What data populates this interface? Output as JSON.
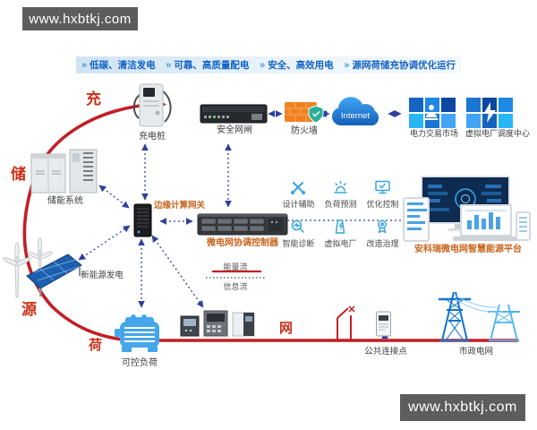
{
  "watermark": {
    "text": "www.hxbtkj.com"
  },
  "top_bar": {
    "chevron": "»",
    "items": [
      {
        "label": "低碳、清洁发电"
      },
      {
        "label": "可靠、高质量配电"
      },
      {
        "label": "安全、高效用电"
      },
      {
        "label": "源网荷储充协调优化运行"
      }
    ]
  },
  "ring": {
    "charge": "充",
    "storage": "储",
    "source": "源",
    "load": "荷",
    "grid": "网"
  },
  "nodes": {
    "charging_pile": "充电桩",
    "security_gate": "安全网闸",
    "firewall": "防火墙",
    "internet": "Internet",
    "power_market": "电力交易市场",
    "vpp_dispatch": "虚拟电厂调度中心",
    "storage_system": "储能系统",
    "edge_gateway": "边缘计算网关",
    "controller": "微电网协调控制器",
    "renewable_gen": "新能源发电",
    "controllable_load": "可控负荷",
    "pcc": "公共连接点",
    "city_grid": "市政电网",
    "platform": "安科瑞微电网智慧能源平台"
  },
  "functions": [
    {
      "label": "设计辅助"
    },
    {
      "label": "负荷预测"
    },
    {
      "label": "优化控制"
    },
    {
      "label": "智能诊断"
    },
    {
      "label": "虚拟电厂"
    },
    {
      "label": "改造治理"
    }
  ],
  "legend": {
    "energy": "能量流",
    "info": "信息流"
  },
  "colors": {
    "banner_bg": "#5d5d5d",
    "energy_flow_red": "#c21f24",
    "info_flow_blue": "#2f3f9e",
    "accent_blue": "#1565c0",
    "label_orange": "#c9641c"
  }
}
